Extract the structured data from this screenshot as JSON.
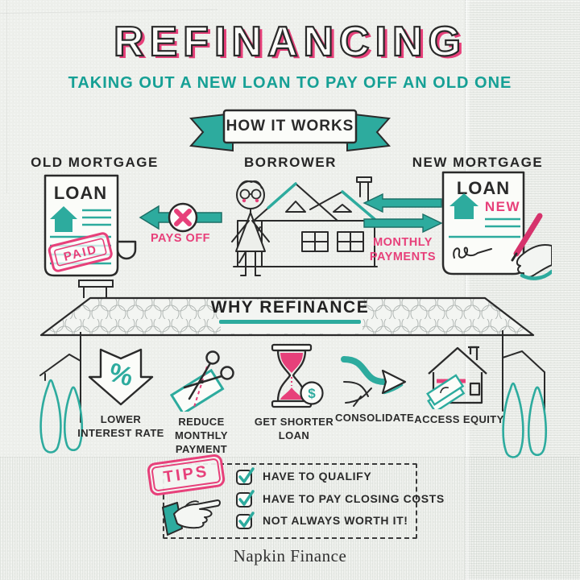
{
  "palette": {
    "teal": "#2dab9e",
    "pink": "#e7407a",
    "ink": "#2a2a2a",
    "paper": "#edefeb"
  },
  "header": {
    "title": "REFINANCING",
    "subtitle": "TAKING OUT A NEW LOAN TO PAY OFF AN OLD ONE",
    "banner_label": "HOW IT WORKS"
  },
  "how_it_works": {
    "old_mortgage_label": "OLD MORTGAGE",
    "borrower_label": "BORROWER",
    "new_mortgage_label": "NEW MORTGAGE",
    "old_doc_title": "LOAN",
    "old_doc_stamp": "PAID",
    "pays_off_label": "PAYS OFF",
    "monthly_payments_label": "MONTHLY PAYMENTS",
    "new_doc_title": "LOAN",
    "new_doc_badge": "NEW"
  },
  "why_refinance": {
    "heading": "WHY REFINANCE",
    "benefits": [
      {
        "icon": "percent-down-arrow-icon",
        "line1": "LOWER",
        "line2": "INTEREST RATE"
      },
      {
        "icon": "scissors-cutting-bill-icon",
        "line1": "REDUCE MONTHLY",
        "line2": "PAYMENT"
      },
      {
        "icon": "hourglass-dollar-icon",
        "line1": "GET SHORTER",
        "line2": "LOAN"
      },
      {
        "icon": "merging-arrows-icon",
        "line1": "CONSOLIDATE",
        "line2": ""
      },
      {
        "icon": "house-cash-icon",
        "line1": "ACCESS EQUITY",
        "line2": ""
      }
    ],
    "glyphs": {
      "percent": "%",
      "dollar": "$"
    }
  },
  "tips": {
    "stamp_label": "TIPS",
    "items": [
      "HAVE TO QUALIFY",
      "HAVE TO PAY CLOSING COSTS",
      "NOT ALWAYS WORTH IT!"
    ]
  },
  "footer": {
    "brand": "Napkin Finance"
  }
}
